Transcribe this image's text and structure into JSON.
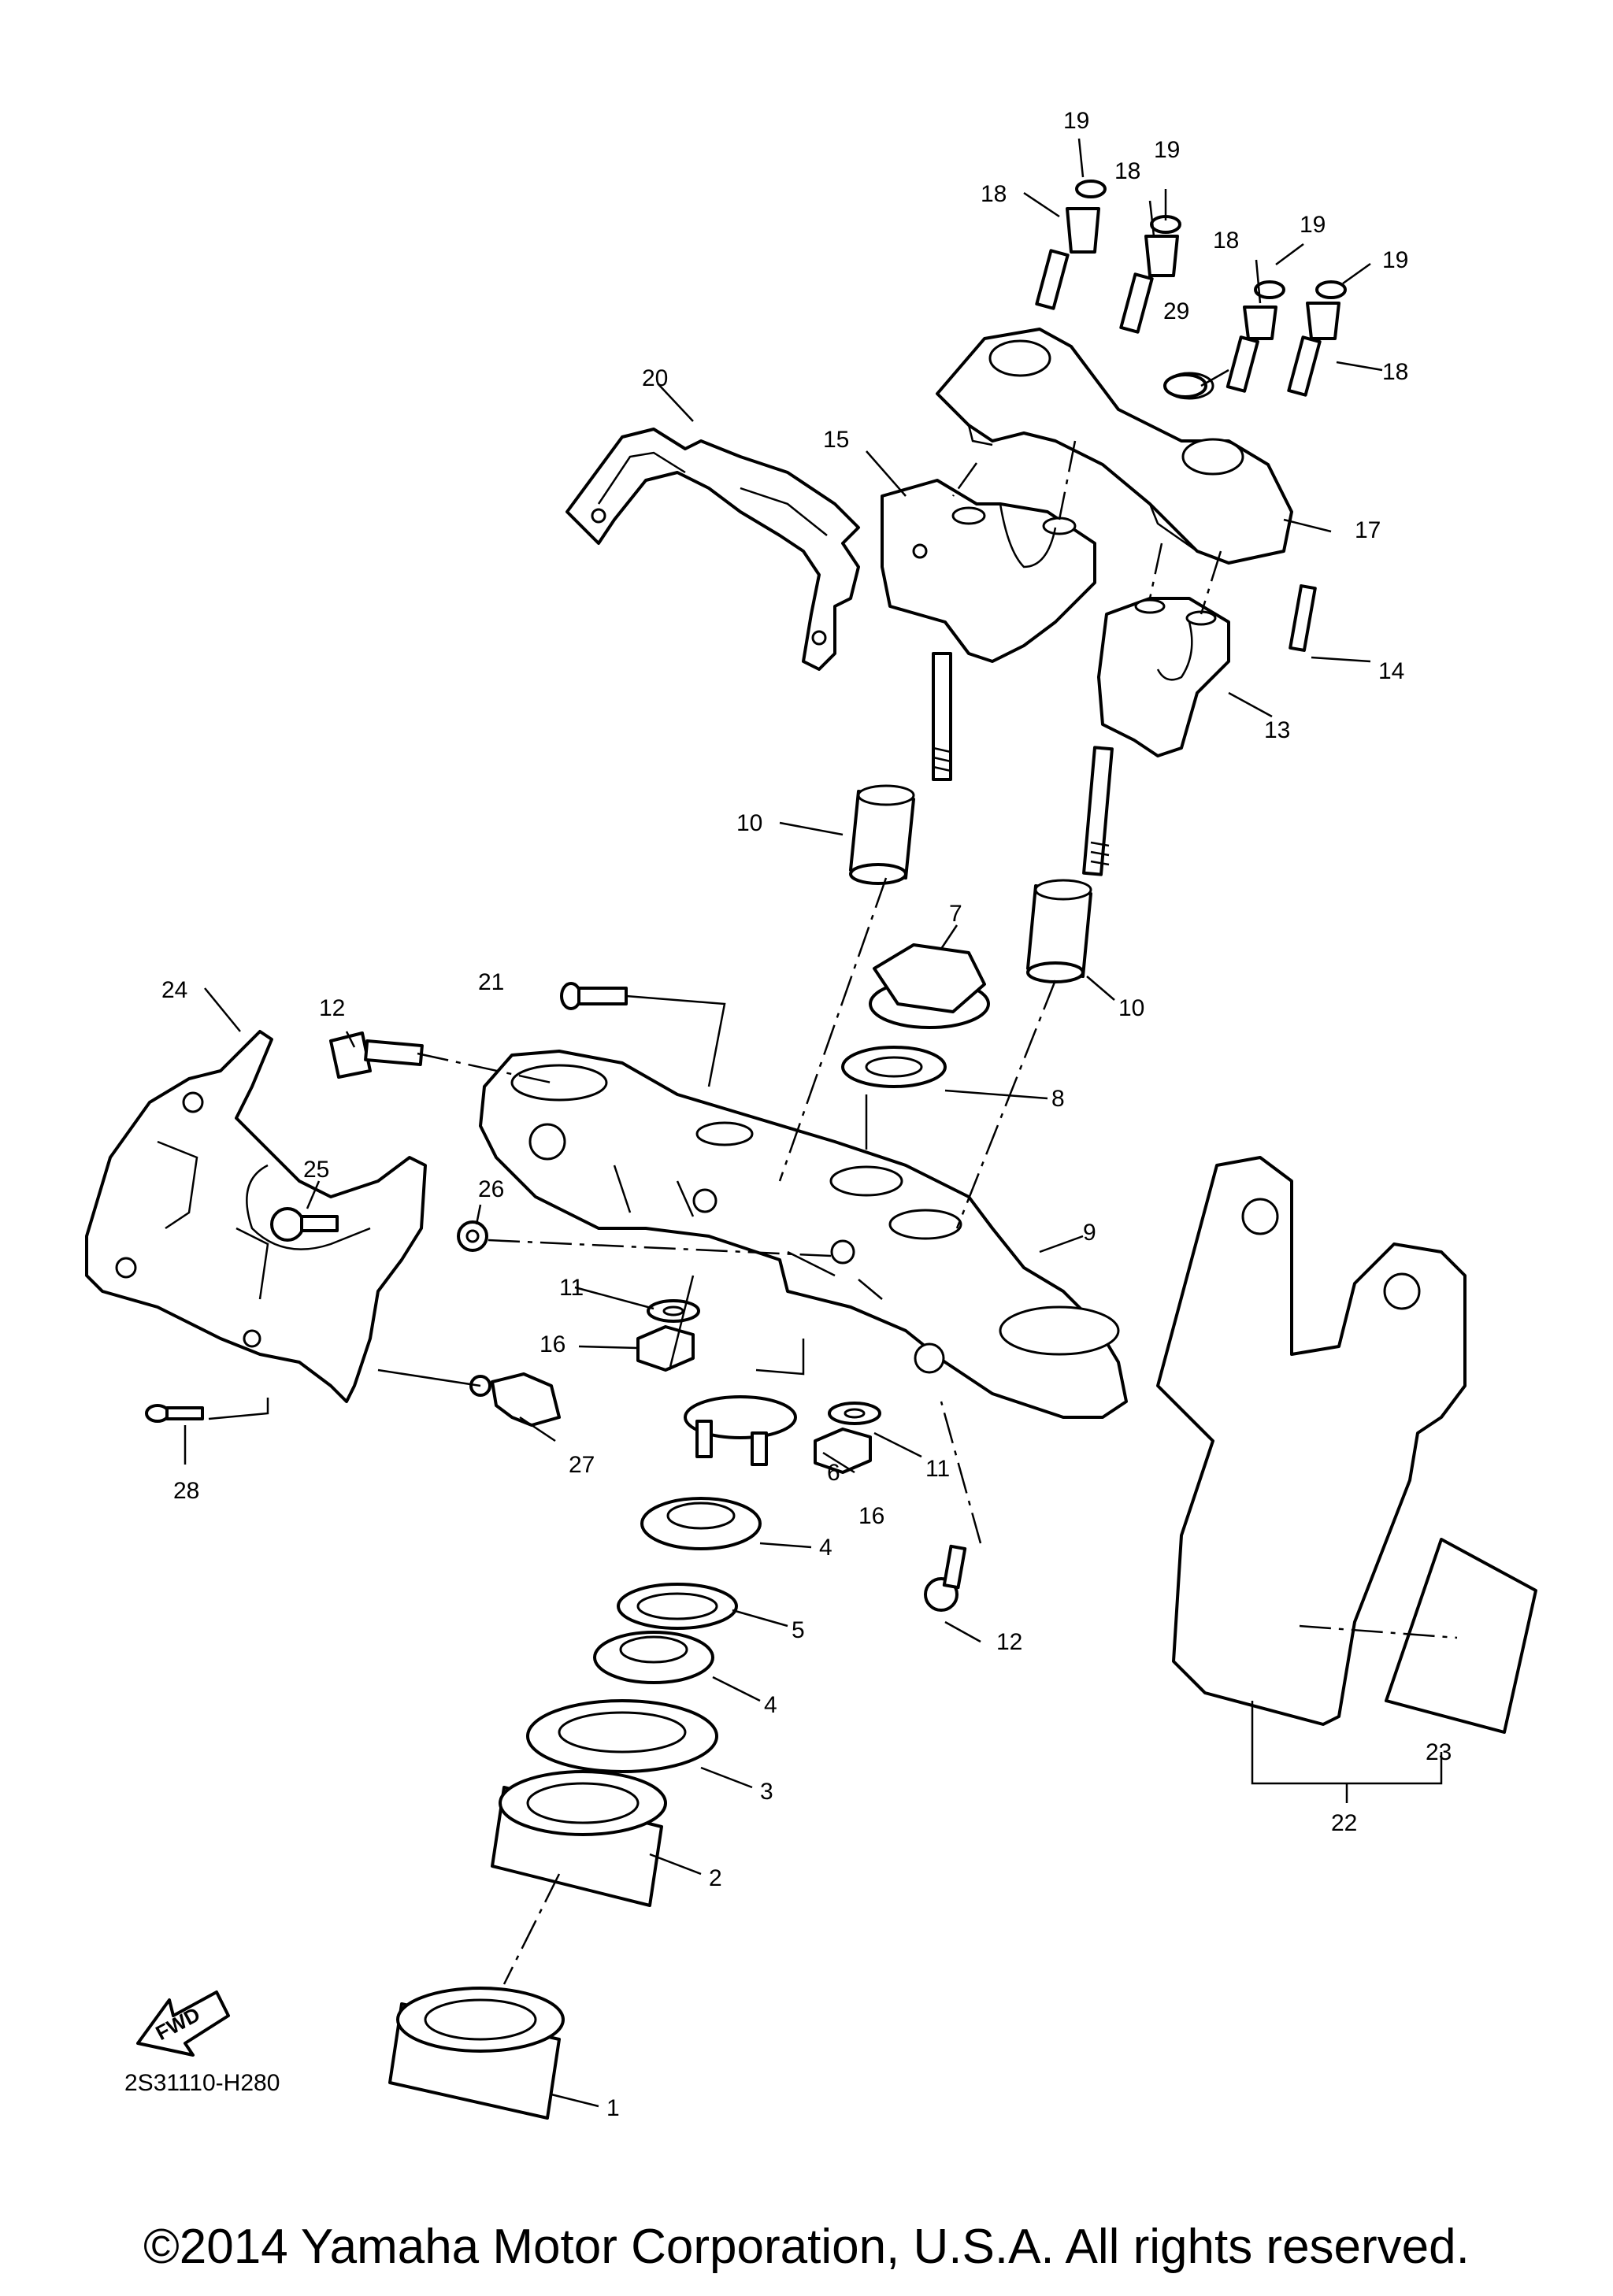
{
  "diagram": {
    "code": "2S31110-H280",
    "fwd_badge": "FWD",
    "callouts": [
      "1",
      "2",
      "3",
      "4",
      "4",
      "5",
      "6",
      "7",
      "8",
      "9",
      "10",
      "10",
      "11",
      "11",
      "12",
      "12",
      "13",
      "14",
      "15",
      "16",
      "16",
      "17",
      "18",
      "18",
      "18",
      "18",
      "19",
      "19",
      "19",
      "19",
      "20",
      "21",
      "22",
      "23",
      "24",
      "25",
      "26",
      "27",
      "28",
      "29"
    ]
  },
  "footer": {
    "copyright": "©2014 Yamaha Motor Corporation, U.S.A. All rights reserved."
  }
}
